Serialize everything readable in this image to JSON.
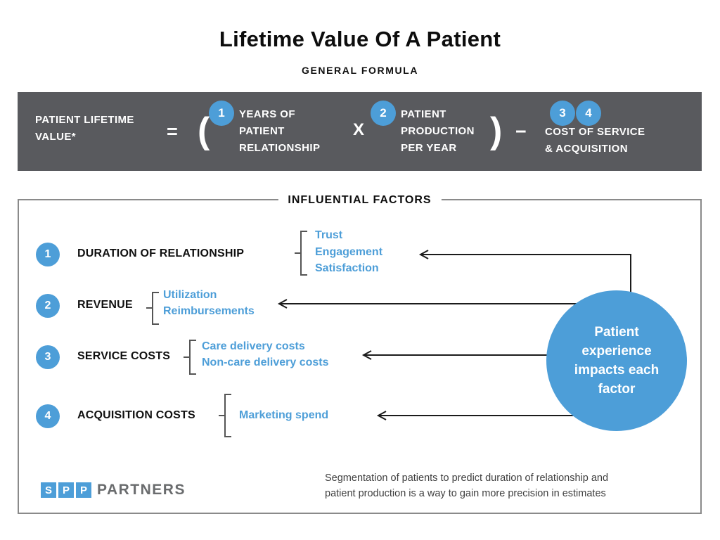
{
  "header": {
    "title": "Lifetime Value Of A Patient",
    "subtitle": "GENERAL FORMULA"
  },
  "formula": {
    "result": {
      "line1": "PATIENT LIFETIME",
      "line2": "VALUE*"
    },
    "equals": "=",
    "open_paren": "(",
    "close_paren": ")",
    "multiply": "X",
    "minus": "−",
    "term1": {
      "number": "1",
      "line1": "YEARS OF",
      "line2": "PATIENT",
      "line3": "RELATIONSHIP"
    },
    "term2": {
      "number": "2",
      "line1": "PATIENT",
      "line2": "PRODUCTION",
      "line3": "PER YEAR"
    },
    "term3": {
      "number1": "3",
      "number2": "4",
      "line1": "COST OF SERVICE",
      "line2": "& ACQUISITION"
    }
  },
  "factors": {
    "heading": "INFLUENTIAL FACTORS",
    "rows": [
      {
        "number": "1",
        "label": "DURATION OF RELATIONSHIP",
        "items": [
          "Trust",
          "Engagement",
          "Satisfaction"
        ]
      },
      {
        "number": "2",
        "label": "REVENUE",
        "items": [
          "Utilization",
          "Reimbursements"
        ]
      },
      {
        "number": "3",
        "label": "SERVICE COSTS",
        "items": [
          "Care delivery costs",
          "Non-care delivery costs"
        ]
      },
      {
        "number": "4",
        "label": "ACQUISITION COSTS",
        "items": [
          "Marketing spend"
        ]
      }
    ],
    "callout": "Patient experience impacts each factor"
  },
  "footer": {
    "logo_letters": [
      "S",
      "P",
      "P"
    ],
    "logo_name": "PARTNERS",
    "note_line1": "Segmentation of patients to predict duration of relationship and",
    "note_line2": "patient production is a way to gain more precision in estimates"
  },
  "colors": {
    "accent_blue": "#4D9ED8",
    "bar_gray": "#595A5E",
    "border_gray": "#8A8A8A",
    "arrow_black": "#1B1B1B",
    "bracket_gray": "#555555"
  }
}
